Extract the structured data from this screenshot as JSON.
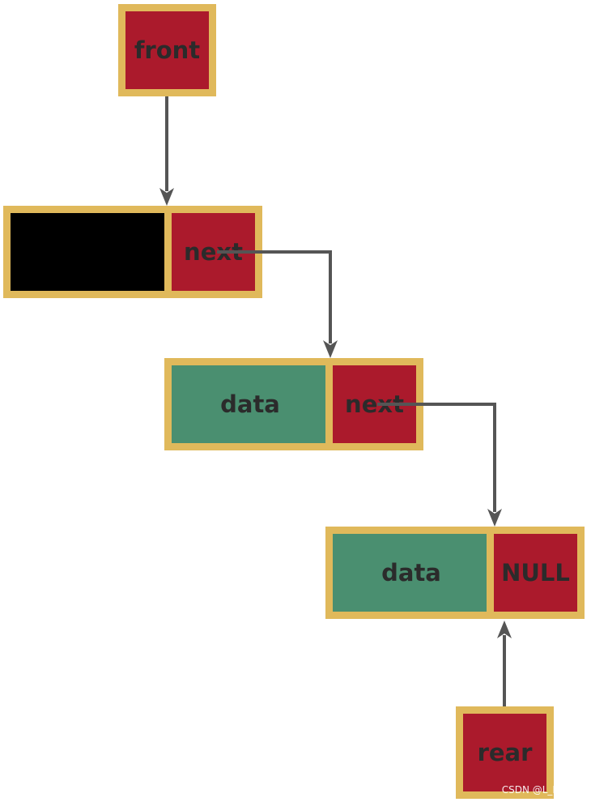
{
  "colors": {
    "border": "#e0b95b",
    "pointer_fill": "#ab1a2c",
    "data_fill": "#4a8f70",
    "head_fill": "#000000",
    "arrow": "#555555",
    "text": "#2b2b2b"
  },
  "front": {
    "label": "front"
  },
  "head_node": {
    "data_label": "",
    "next_label": "next"
  },
  "node1": {
    "data_label": "data",
    "next_label": "next"
  },
  "node2": {
    "data_label": "data",
    "next_label": "NULL"
  },
  "rear": {
    "label": "rear"
  },
  "watermark": "CSDN @L_Messi"
}
